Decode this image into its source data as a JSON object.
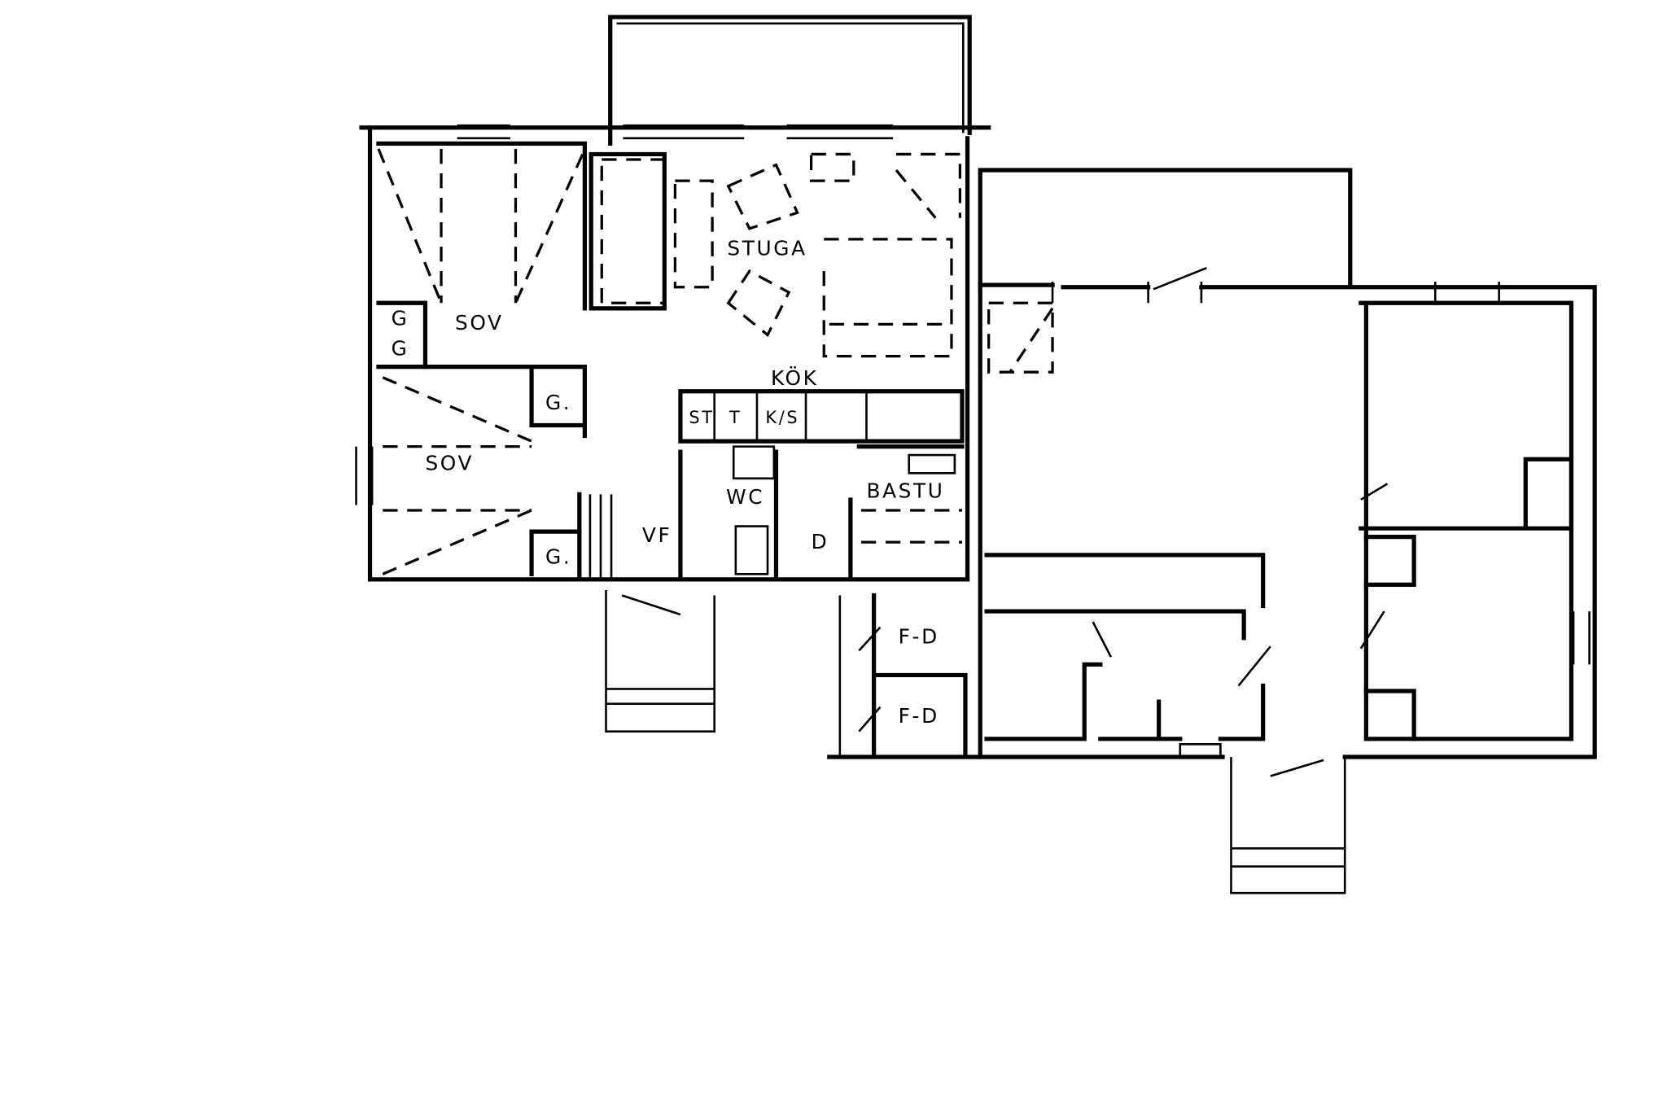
{
  "plan": {
    "rooms": {
      "living": "STUGA",
      "bedroom_1": "SOV",
      "bedroom_2": "SOV",
      "kitchen": "KÖK",
      "wc": "WC",
      "sauna": "BASTU",
      "entry": "VF",
      "shower": "D",
      "storage_1": "F-D",
      "storage_2": "F-D"
    },
    "closets": [
      "G",
      "G",
      "G.",
      "G."
    ],
    "kitchen_units": {
      "stove": "ST",
      "table": "T",
      "fridge": "K/S"
    }
  }
}
